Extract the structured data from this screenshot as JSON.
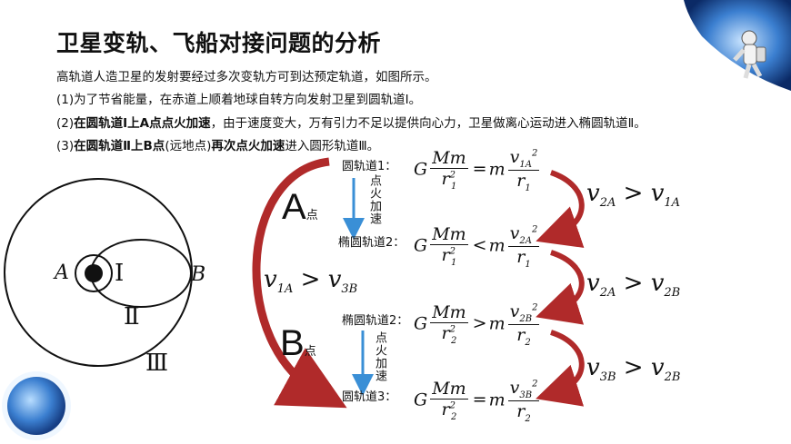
{
  "title": "卫星变轨、飞船对接问题的分析",
  "intro": "高轨道人造卫星的发射要经过多次变轨方可到达预定轨道，如图所示。",
  "steps": [
    {
      "prefix": "(1)为了节省能量，在赤道上顺着地球自转方向发射卫星到圆轨道Ⅰ。",
      "bold": ""
    },
    {
      "prefix": "(2)",
      "bold": "在圆轨道Ⅰ上A点点火加速",
      "rest": "，由于速度变大，万有引力不足以提供向心力，卫星做离心运动进入椭圆轨道Ⅱ。"
    },
    {
      "prefix": "(3)",
      "bold": "在圆轨道Ⅱ上B点",
      "mid": "(远地点)",
      "bold2": "再次点火加速",
      "rest": "进入圆形轨道Ⅲ。"
    }
  ],
  "diagram": {
    "point_a": "A",
    "point_b": "B",
    "orbit_1": "Ⅰ",
    "orbit_2": "Ⅱ",
    "orbit_3": "Ⅲ"
  },
  "events": {
    "a_big": "A",
    "a_small": "点",
    "b_big": "B",
    "b_small": "点",
    "fire_1": "点火加速",
    "fire_2": "点火加速"
  },
  "equations": [
    {
      "label": "圆轨道1：",
      "lhs_coef": "G",
      "num": "Mm",
      "den": "r",
      "den_sub": "1",
      "den_sup": "2",
      "op": "=",
      "m": "m",
      "v": "v",
      "v_sub": "1A",
      "v_sup": "2",
      "r2": "r",
      "r2_sub": "1"
    },
    {
      "label": "椭圆轨道2：",
      "lhs_coef": "G",
      "num": "Mm",
      "den": "r",
      "den_sub": "1",
      "den_sup": "2",
      "op": "<",
      "m": "m",
      "v": "v",
      "v_sub": "2A",
      "v_sup": "2",
      "r2": "r",
      "r2_sub": "1"
    },
    {
      "label": "椭圆轨道2：",
      "lhs_coef": "G",
      "num": "Mm",
      "den": "r",
      "den_sub": "2",
      "den_sup": "2",
      "op": ">",
      "m": "m",
      "v": "v",
      "v_sub": "2B",
      "v_sup": "2",
      "r2": "r",
      "r2_sub": "2"
    },
    {
      "label": "圆轨道3：",
      "lhs_coef": "G",
      "num": "Mm",
      "den": "r",
      "den_sub": "2",
      "den_sup": "2",
      "op": "=",
      "m": "m",
      "v": "v",
      "v_sub": "3B",
      "v_sup": "2",
      "r2": "r",
      "r2_sub": "2"
    }
  ],
  "comparisons": [
    {
      "left": "v",
      "left_sub": "2A",
      "op": ">",
      "right": "v",
      "right_sub": "1A"
    },
    {
      "left": "v",
      "left_sub": "2A",
      "op": ">",
      "right": "v",
      "right_sub": "2B"
    },
    {
      "left": "v",
      "left_sub": "3B",
      "op": ">",
      "right": "v",
      "right_sub": "2B"
    },
    {
      "left": "v",
      "left_sub": "1A",
      "op": ">",
      "right": "v",
      "right_sub": "3B"
    }
  ],
  "colors": {
    "arrow_red": "#b02a2a",
    "arrow_blue": "#3a8fd6",
    "planet_blue": "#3b7fd0"
  }
}
